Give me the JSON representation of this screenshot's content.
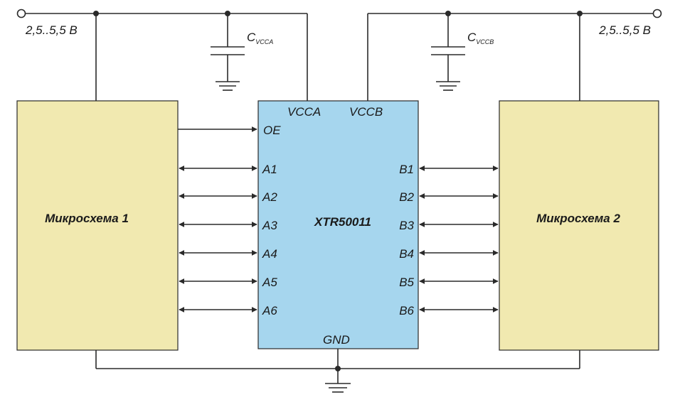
{
  "supply_left": "2,5..5,5 В",
  "supply_right": "2,5..5,5 В",
  "capacitor_a": {
    "main": "C",
    "sub": "VCCA"
  },
  "capacitor_b": {
    "main": "C",
    "sub": "VCCB"
  },
  "chip1": {
    "label": "Микросхема 1"
  },
  "chip2": {
    "label": "Микросхема 2"
  },
  "translator": {
    "label": "XTR50011",
    "vcca": "VCCA",
    "vccb": "VCCB",
    "oe": "OE",
    "gnd": "GND",
    "a_pins": [
      "A1",
      "A2",
      "A3",
      "A4",
      "A5",
      "A6"
    ],
    "b_pins": [
      "B1",
      "B2",
      "B3",
      "B4",
      "B5",
      "B6"
    ]
  },
  "colors": {
    "chip_fill": "#f1e9b0",
    "translator_fill": "#a6d6ee",
    "wire": "#2a2a2a"
  }
}
